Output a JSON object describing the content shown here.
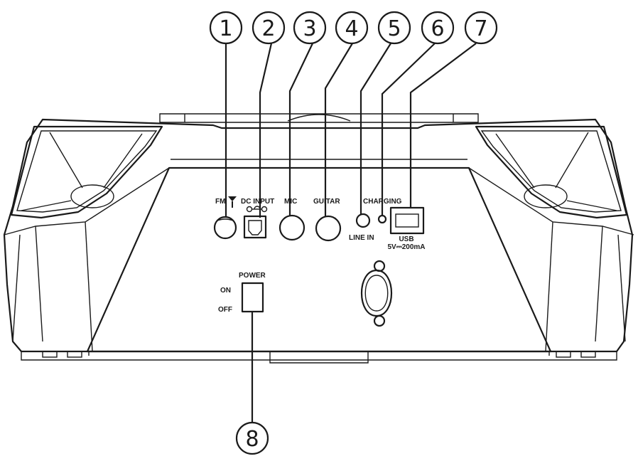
{
  "callouts": [
    "1",
    "2",
    "3",
    "4",
    "5",
    "6",
    "7",
    "8"
  ],
  "labels": {
    "fm": "FM",
    "dc_input": "DC INPUT",
    "mic": "MIC",
    "guitar": "GUITAR",
    "charging": "CHARGING",
    "line_in": "LINE IN",
    "usb": "USB",
    "usb_rating": "5V⎓200mA",
    "power": "POWER",
    "on": "ON",
    "off": "OFF"
  }
}
